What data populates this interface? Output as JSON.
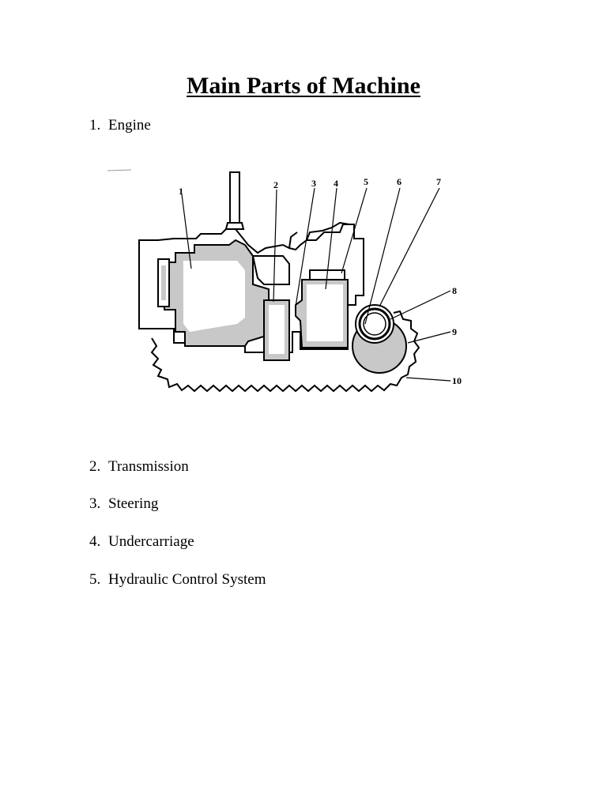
{
  "document": {
    "title": "Main Parts of Machine",
    "items": [
      {
        "number": "1.",
        "label": "Engine"
      },
      {
        "number": "2.",
        "label": "Transmission"
      },
      {
        "number": "3.",
        "label": "Steering"
      },
      {
        "number": "4.",
        "label": "Undercarriage"
      },
      {
        "number": "5.",
        "label": "Hydraulic Control System"
      }
    ]
  },
  "diagram": {
    "callouts": [
      "1",
      "2",
      "3",
      "4",
      "5",
      "6",
      "7",
      "8",
      "9",
      "10"
    ],
    "colors": {
      "line": "#000000",
      "shading": "#c8c8c8"
    }
  }
}
